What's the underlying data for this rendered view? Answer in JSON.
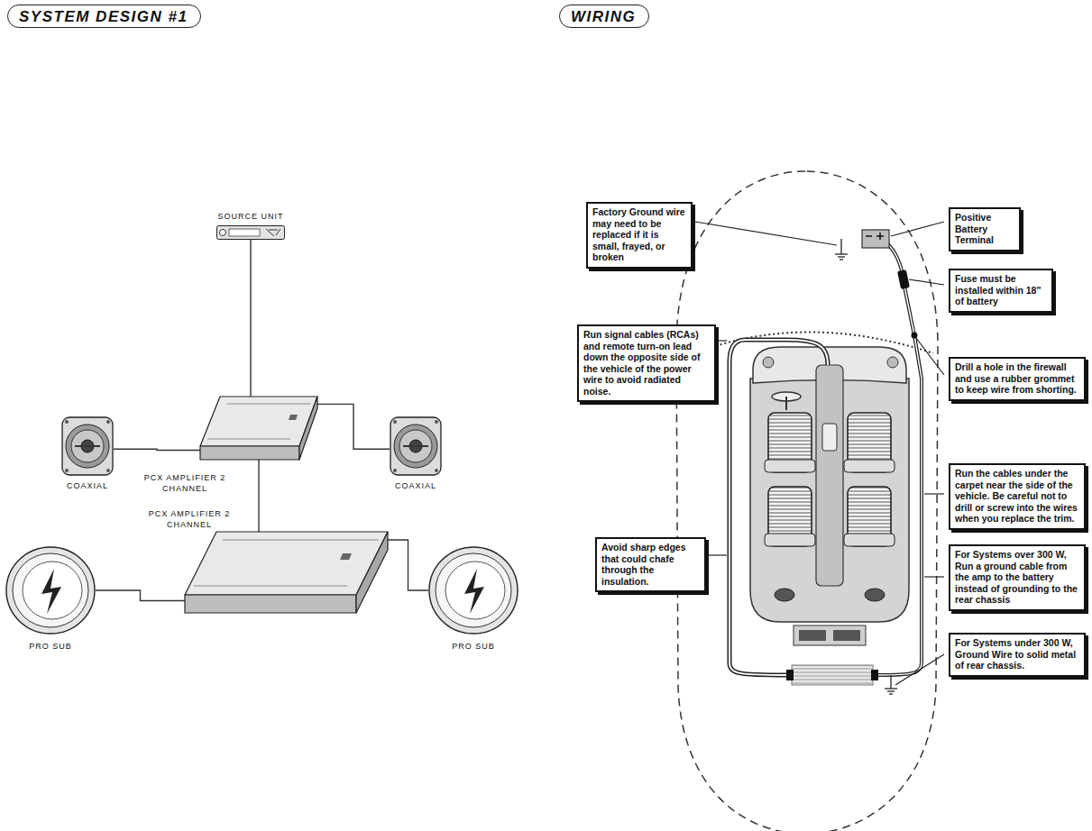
{
  "diagram": {
    "nodes": [
      {
        "text": [
          "SYSTEM DESIGN #1"
        ]
      },
      {
        "text": [
          "WIRING"
        ]
      },
      {
        "text": [
          "SOURCE UNIT"
        ]
      },
      {
        "text": [
          "COAXIAL"
        ]
      },
      {
        "text": [
          "PCX AMPLIFIER 2 CHANNEL"
        ]
      },
      {
        "text": [
          "COAXIAL"
        ]
      },
      {
        "text": [
          "PCX AMPLIFIER 2 CHANNEL"
        ]
      },
      {
        "text": [
          "PRO SUB"
        ]
      },
      {
        "text": [
          "PRO SUB"
        ]
      },
      {
        "text": [
          "Factory Ground wire may need to be replaced if it is small, frayed, or broken"
        ]
      },
      {
        "text": [
          "Positive Battery Terminal"
        ]
      },
      {
        "text": [
          "Fuse must be installed within 18\" of battery"
        ]
      },
      {
        "text": [
          "Run signal cables (RCAs) and remote turn-on lead down the opposite side of the vehicle of the power wire to avoid radiated noise."
        ]
      },
      {
        "text": [
          "Drill a hole in the firewall and use a rubber grommet to keep wire from shorting."
        ]
      },
      {
        "text": [
          "Run the cables under the carpet near the side of the vehicle. Be careful not to drill or screw into the wires when you replace the trim."
        ]
      },
      {
        "text": [
          "Avoid sharp edges that could chafe through the insulation."
        ]
      },
      {
        "text": [
          "For Systems over 300 W, Run a ground cable from the amp to the battery instead of grounding to the rear chassis"
        ]
      },
      {
        "text": [
          "For Systems under 300 W, Ground Wire to solid metal of rear chassis."
        ]
      }
    ],
    "edges": [
      {
        "from": 2,
        "to": 4,
        "arrow": "none"
      },
      {
        "from": 4,
        "to": 3,
        "arrow": "none"
      },
      {
        "from": 4,
        "to": 5,
        "arrow": "none"
      },
      {
        "from": 4,
        "to": 6,
        "arrow": "none"
      },
      {
        "from": 6,
        "to": 7,
        "arrow": "none"
      },
      {
        "from": 6,
        "to": 8,
        "arrow": "none"
      }
    ]
  }
}
